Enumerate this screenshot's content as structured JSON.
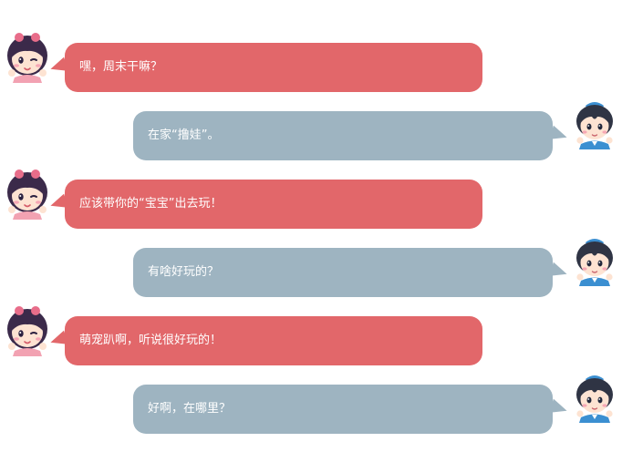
{
  "messages": [
    {
      "sender": "girl",
      "text": "嘿，周末干嘛？"
    },
    {
      "sender": "boy",
      "text": "在家“撸娃”。"
    },
    {
      "sender": "girl",
      "text": "应该带你的“宝宝”出去玩！"
    },
    {
      "sender": "boy",
      "text": "有啥好玩的？"
    },
    {
      "sender": "girl",
      "text": "萌宠趴啊，听说很好玩的！"
    },
    {
      "sender": "boy",
      "text": "好啊，在哪里？"
    }
  ],
  "colors": {
    "girl_bubble": "#e2676a",
    "boy_bubble": "#9eb4c1",
    "girl_hair": "#3b2a4a",
    "girl_bow": "#e86d8a",
    "girl_shirt": "#f2a2b2",
    "boy_hair": "#2f3444",
    "boy_hat": "#3b8fd1",
    "boy_shirt": "#3b8fd1",
    "skin": "#fde3d2"
  },
  "avatars": {
    "girl": "girl-avatar-icon",
    "boy": "boy-avatar-icon"
  }
}
